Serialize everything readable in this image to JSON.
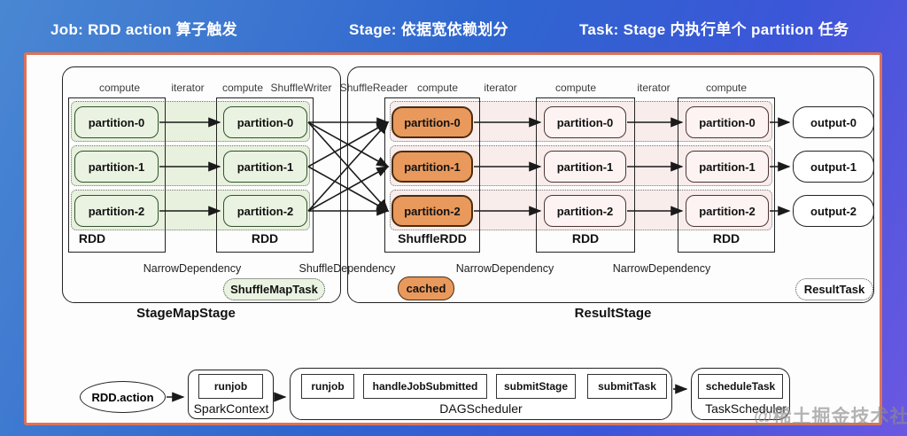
{
  "header": {
    "job": "Job: RDD action 算子触发",
    "stage": "Stage: 依据宽依赖划分",
    "task": "Task: Stage 内执行单个 partition 任务"
  },
  "diagram": {
    "column_labels": [
      "compute",
      "iterator",
      "compute",
      "ShuffleWriter",
      "ShuffleReader",
      "compute",
      "iterator",
      "compute",
      "iterator",
      "compute"
    ],
    "left": {
      "rdd1": {
        "name": "RDD",
        "partitions": [
          "partition-0",
          "partition-1",
          "partition-2"
        ]
      },
      "rdd2": {
        "name": "RDD",
        "partitions": [
          "partition-0",
          "partition-1",
          "partition-2"
        ]
      },
      "badge": "ShuffleMapTask",
      "stage_label": "StageMapStage"
    },
    "right": {
      "shuffle_rdd": {
        "name": "ShuffleRDD",
        "partitions": [
          "partition-0",
          "partition-1",
          "partition-2"
        ]
      },
      "rdd3": {
        "name": "RDD",
        "partitions": [
          "partition-0",
          "partition-1",
          "partition-2"
        ]
      },
      "rdd4": {
        "name": "RDD",
        "partitions": [
          "partition-0",
          "partition-1",
          "partition-2"
        ]
      },
      "outputs": [
        "output-0",
        "output-1",
        "output-2"
      ],
      "cached_badge": "cached",
      "badge": "ResultTask",
      "stage_label": "ResultStage"
    },
    "deps": [
      "NarrowDependency",
      "ShuffleDependency",
      "NarrowDependency",
      "NarrowDependency"
    ]
  },
  "flow": {
    "start": "RDD.action",
    "spark_context": {
      "label": "SparkContext",
      "method": "runjob"
    },
    "dag_scheduler": {
      "label": "DAGScheduler",
      "methods": [
        "runjob",
        "handleJobSubmitted",
        "submitStage",
        "submitTask"
      ]
    },
    "task_scheduler": {
      "label": "TaskScheduler",
      "method": "scheduleTask"
    }
  },
  "watermark": "@稀土掘金技术社区",
  "colors": {
    "bg-blue-light": "#4a87d2",
    "bg-blue": "#2f66cf",
    "bg-blue-deep": "#3b56d8",
    "bg-purple": "#6b57e2",
    "panel-border": "#dd7258",
    "orange": "#e9995c",
    "green-light": "#eaf3e1",
    "band-green": "#e7f1dd",
    "pink-light": "#fdf3f2",
    "band-pink": "#f9edec"
  }
}
